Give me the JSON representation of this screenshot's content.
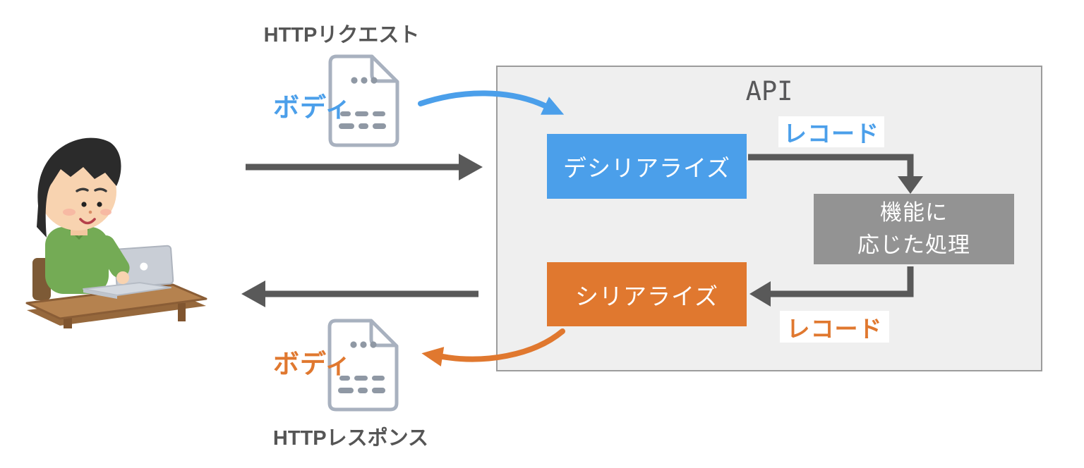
{
  "labels": {
    "http_request": "HTTPリクエスト",
    "http_response": "HTTPレスポンス",
    "body_request": "ボディ",
    "body_response": "ボディ",
    "api": "API",
    "deserialize": "デシリアライズ",
    "serialize": "シリアライズ",
    "processing_line1": "機能に",
    "processing_line2": "応じた処理",
    "record_request": "レコード",
    "record_response": "レコード"
  },
  "icons": {
    "request_document": "document-icon",
    "response_document": "document-icon",
    "person": "person-using-laptop-illustration"
  },
  "colors": {
    "blue": "#4b9fea",
    "orange": "#e0782f",
    "gray_box": "#939393",
    "arrow": "#595959",
    "api_bg": "#efefef",
    "api_border": "#9c9c9c",
    "text": "#555555",
    "icon_stroke": "#a8b1bf",
    "icon_dots": "#8f98a4"
  }
}
